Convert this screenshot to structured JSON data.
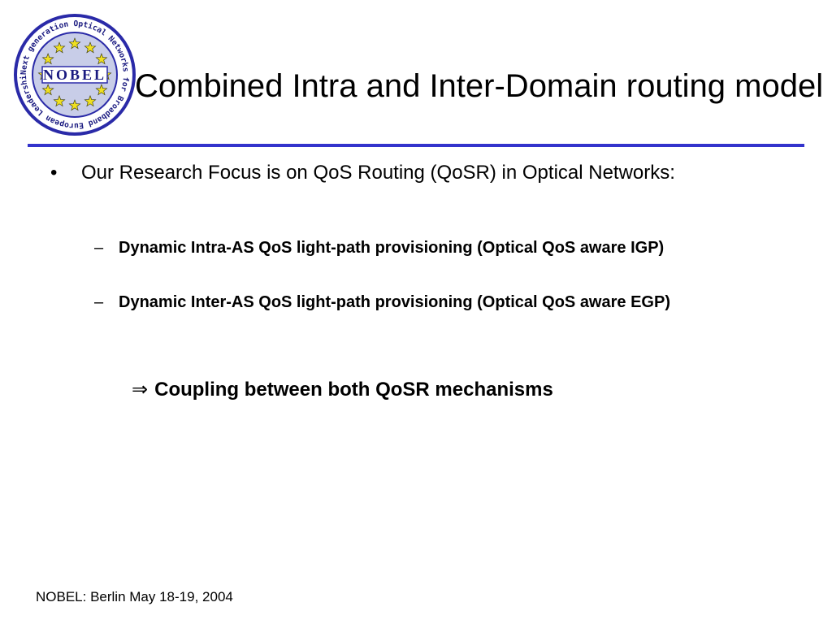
{
  "logo": {
    "center_text": "NOBEL",
    "ring_text": "Next generation Optical Networks for Broadband European Leadership",
    "icon": "nobel-logo"
  },
  "slide": {
    "title": "Combined Intra and Inter-Domain routing model",
    "bullet_symbol": "•",
    "bullet_text": "Our Research Focus is on QoS Routing (QoSR) in Optical Networks:",
    "dash_symbol": "–",
    "sub_items": [
      {
        "text": "Dynamic Intra-AS QoS light-path provisioning (Optical QoS aware IGP)"
      },
      {
        "text": "Dynamic Inter-AS QoS light-path provisioning (Optical QoS aware EGP)"
      }
    ],
    "conclusion_arrow": "⇒",
    "conclusion_text": "Coupling between both QoSR mechanisms",
    "footer": "NOBEL: Berlin May 18-19, 2004"
  },
  "colors": {
    "rule": "#3333cc",
    "logo_ring": "#2a2aa8",
    "logo_fill": "#c8cde8",
    "logo_text": "#1a1a80",
    "stars": "#f0e020"
  }
}
